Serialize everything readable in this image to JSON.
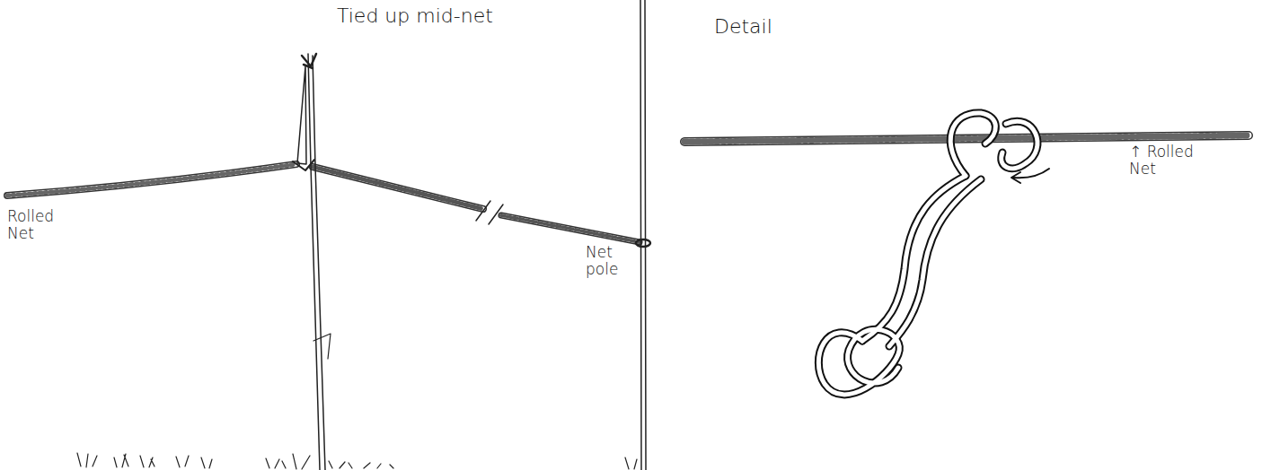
{
  "diagram": {
    "labels": [
      "Tied up mid-net",
      "Rolled Net",
      "Net pole",
      "Detail",
      "↑ Rolled Net"
    ]
  }
}
